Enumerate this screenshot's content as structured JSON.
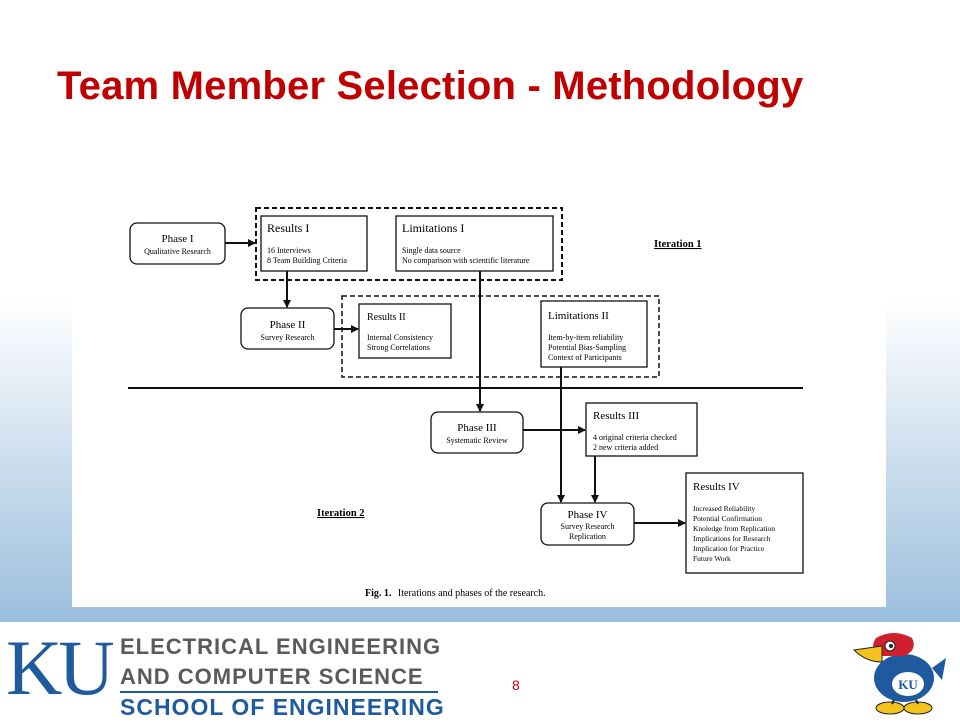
{
  "slide": {
    "title": "Team Member Selection - Methodology",
    "page_number": "8"
  },
  "footer": {
    "logo_text": "KU",
    "dept_line1": "ELECTRICAL ENGINEERING",
    "dept_line2": "AND COMPUTER SCIENCE",
    "school": "SCHOOL OF ENGINEERING",
    "mascot_badge": "KU"
  },
  "diagram": {
    "caption_label": "Fig. 1.",
    "caption_text": "Iterations and phases of the research.",
    "iteration1": "Iteration 1",
    "iteration2": "Iteration 2",
    "phase1": {
      "title": "Phase I",
      "subtitle": "Qualitative Research"
    },
    "phase2": {
      "title": "Phase II",
      "subtitle": "Survey Research"
    },
    "phase3": {
      "title": "Phase III",
      "subtitle": "Systematic Review"
    },
    "phase4": {
      "title": "Phase IV",
      "line2": "Survey Research",
      "line3": "Replication"
    },
    "results1": {
      "title": "Results I",
      "items": [
        "16 Interviews",
        "8 Team Building Criteria"
      ]
    },
    "limitations1": {
      "title": "Limitations I",
      "items": [
        "Single data source",
        "No comparison with scientific literature"
      ]
    },
    "results2": {
      "title": "Results II",
      "items": [
        "Internal Consistency",
        "Strong Correlations"
      ]
    },
    "limitations2": {
      "title": "Limitations II",
      "items": [
        "Item-by-item reliability",
        "Potential Bias-Sampling",
        "Context of Participants"
      ]
    },
    "results3": {
      "title": "Results III",
      "items": [
        "4 original criteria checked",
        "2 new criteria added"
      ]
    },
    "results4": {
      "title": "Results IV",
      "items": [
        "Increased Reliability",
        "Potential Confirmation",
        "Knoledge from Replication",
        "Implications for Research",
        "Implication for Practice",
        "Future Work"
      ]
    }
  }
}
